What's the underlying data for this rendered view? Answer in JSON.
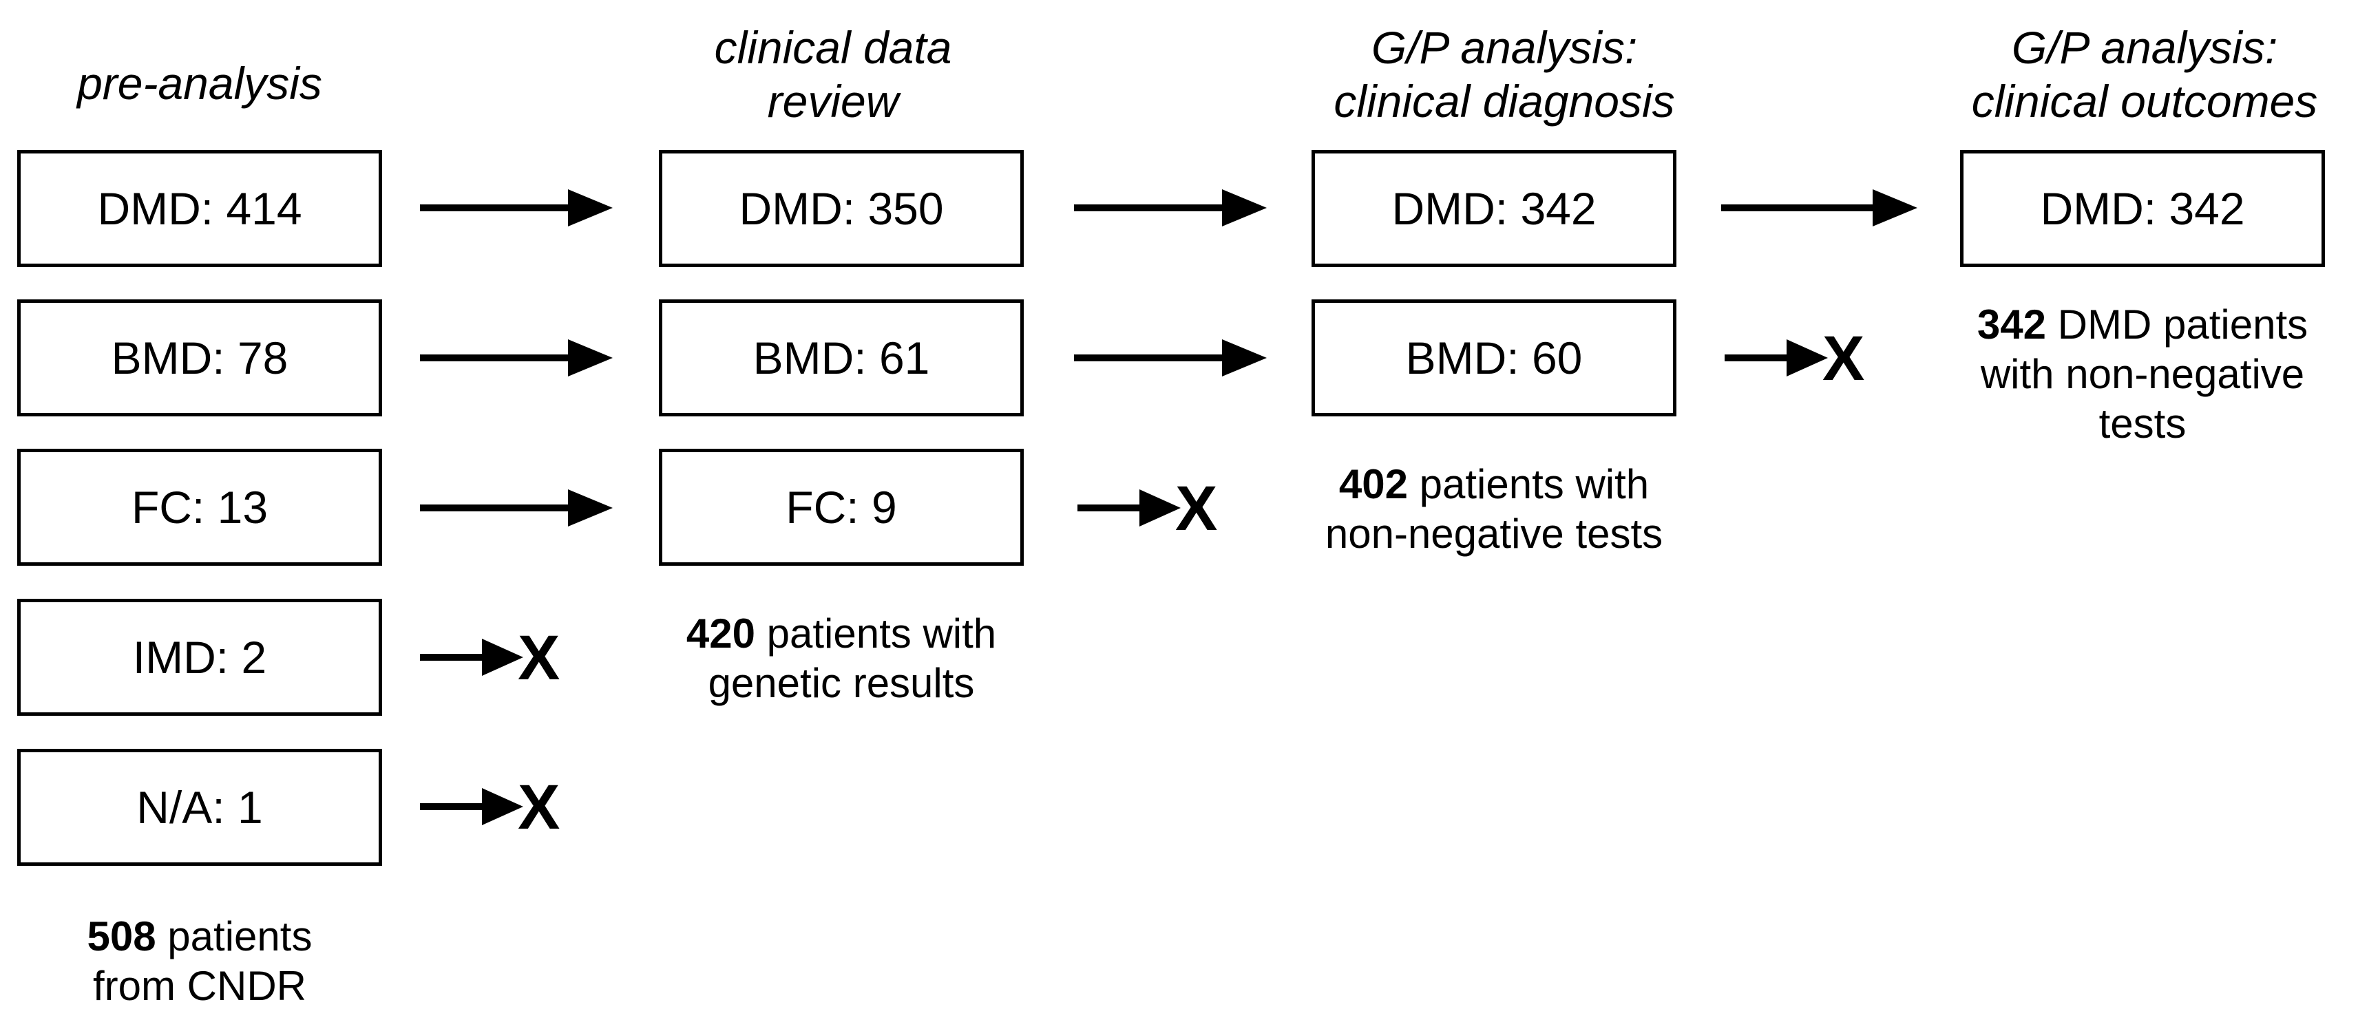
{
  "columns": [
    {
      "heading": [
        "pre-analysis"
      ],
      "boxes": [
        {
          "label": "DMD",
          "count": "414"
        },
        {
          "label": "BMD",
          "count": "78"
        },
        {
          "label": "FC",
          "count": "13"
        },
        {
          "label": "IMD",
          "count": "2"
        },
        {
          "label": "N/A",
          "count": "1"
        }
      ],
      "summary": {
        "count": "508",
        "text_line1": " patients",
        "text_line2": "from CNDR"
      }
    },
    {
      "heading": [
        "clinical data",
        "review"
      ],
      "boxes": [
        {
          "label": "DMD",
          "count": "350"
        },
        {
          "label": "BMD",
          "count": "61"
        },
        {
          "label": "FC",
          "count": "9"
        }
      ],
      "summary": {
        "count": "420",
        "text_line1": " patients with",
        "text_line2": "genetic results"
      }
    },
    {
      "heading": [
        "G/P analysis:",
        "clinical diagnosis"
      ],
      "boxes": [
        {
          "label": "DMD",
          "count": "342"
        },
        {
          "label": "BMD",
          "count": "60"
        }
      ],
      "summary": {
        "count": "402",
        "text_line1": " patients with",
        "text_line2": "non-negative tests"
      }
    },
    {
      "heading": [
        "G/P analysis:",
        "clinical outcomes"
      ],
      "boxes": [
        {
          "label": "DMD",
          "count": "342"
        }
      ],
      "summary": {
        "count": "342",
        "text_line1": " DMD patients",
        "text_line2": "with non-negative",
        "text_line3": "tests"
      }
    }
  ],
  "exclusion_symbol": "X"
}
